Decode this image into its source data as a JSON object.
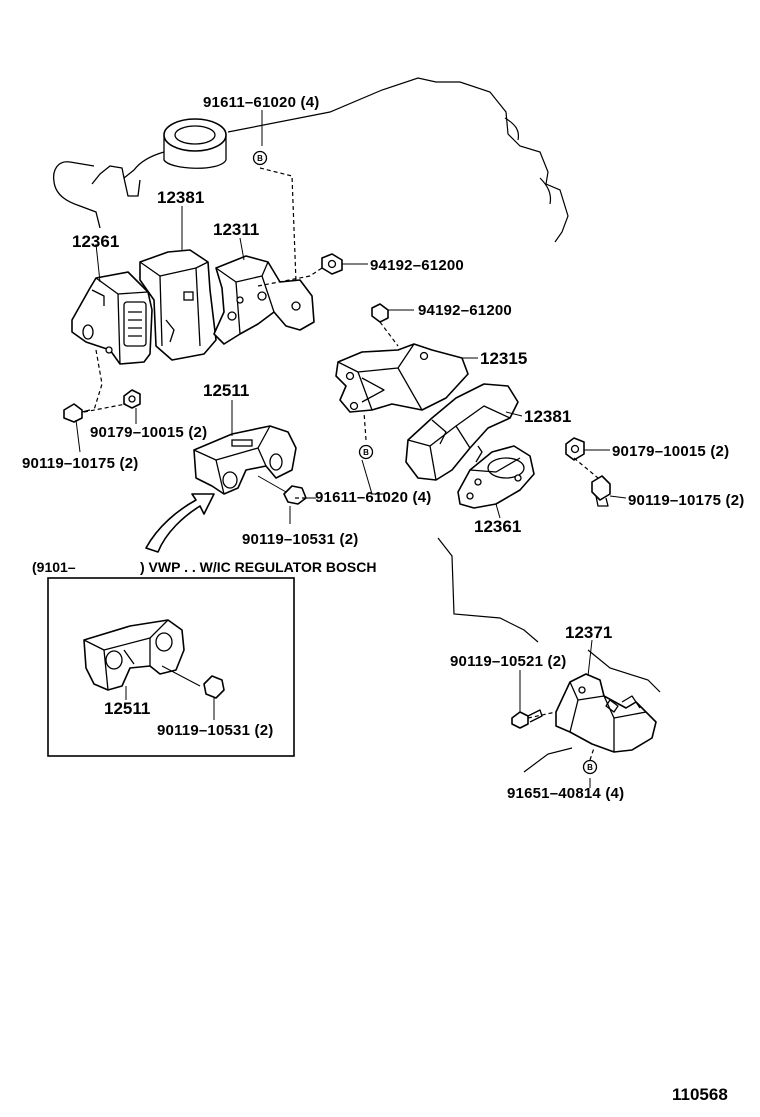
{
  "labels": {
    "bolt_top": "91611–61020 (4)",
    "bracket_12381_top": "12381",
    "bracket_12311": "12311",
    "mount_12361_left": "12361",
    "nut_94192_upper": "94192–61200",
    "nut_94192_lower": "94192–61200",
    "bracket_12315": "12315",
    "bracket_12381_right": "12381",
    "bracket_12511": "12511",
    "nut_90179_left": "90179–10015 (2)",
    "bolt_90119_10175_left": "90119–10175 (2)",
    "bolt_91611_mid": "91611–61020 (4)",
    "nut_90179_right": "90179–10015 (2)",
    "bolt_90119_10175_right": "90119–10175 (2)",
    "mount_12361_right": "12361",
    "bolt_90119_10531": "90119–10531 (2)",
    "bracket_12371": "12371",
    "bolt_90119_10521": "90119–10521 (2)",
    "bolt_91651": "91651–40814 (4)",
    "inset_bracket_12511": "12511",
    "inset_bolt_90119_10531": "90119–10531 (2)",
    "figure_number": "110568"
  },
  "inset": {
    "note_prefix": "(9101–",
    "note_suffix": ") VWP . . W/IC REGULATOR BOSCH"
  },
  "markers": {
    "b_mark": "B"
  }
}
